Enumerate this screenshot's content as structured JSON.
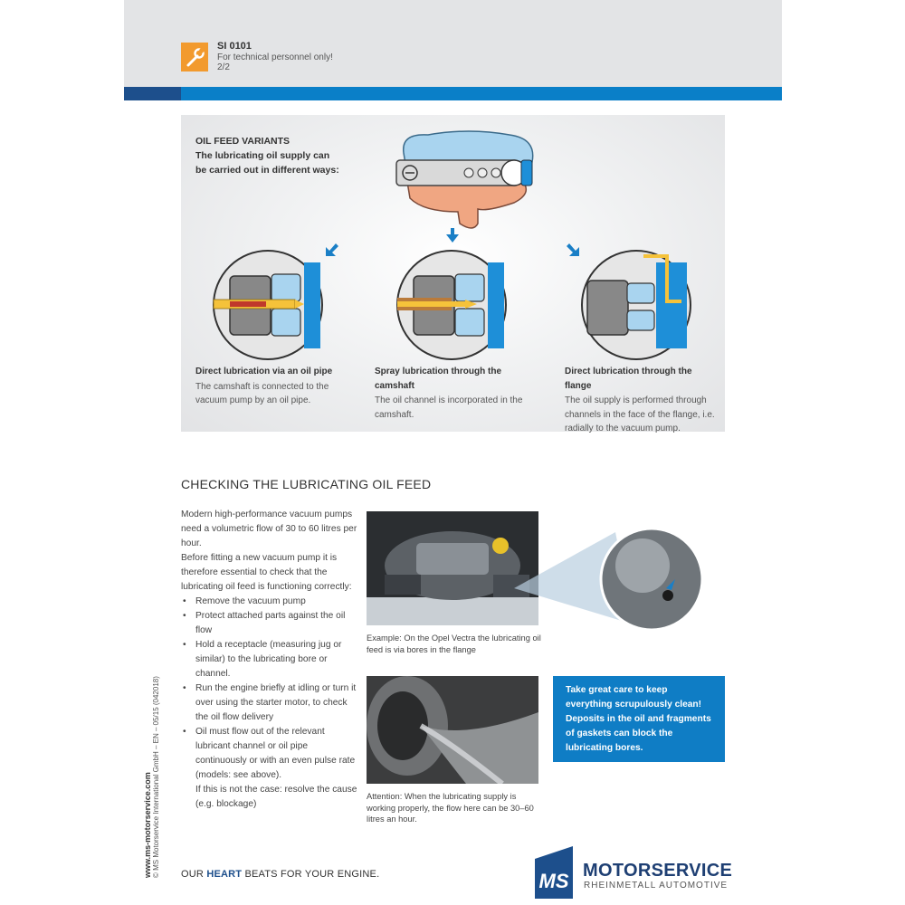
{
  "header": {
    "code": "SI 0101",
    "subtitle": "For technical personnel only!",
    "page": "2/2"
  },
  "variants": {
    "title": "OIL FEED VARIANTS",
    "intro": "The lubricating oil supply can be carried out in different ways:",
    "items": [
      {
        "heading": "Direct lubrication via an oil pipe",
        "text": "The camshaft is connected to the vacuum pump by an oil pipe."
      },
      {
        "heading": "Spray lubrication through the camshaft",
        "text": "The oil channel is incorporated in the camshaft."
      },
      {
        "heading": "Direct lubrication through the flange",
        "text": "The oil supply is performed through channels in the face of the flange, i.e. radially to the vacuum pump."
      }
    ]
  },
  "check": {
    "title": "CHECKING THE LUBRICATING OIL FEED",
    "para1": "Modern high-performance vacuum pumps need a volumetric flow of 30 to 60 litres per hour.",
    "para2": "Before fitting a new vacuum pump it is therefore essential to check that the lubricating oil feed is functioning correctly:",
    "bullets": [
      "Remove the vacuum pump",
      "Protect attached parts against the oil flow",
      "Hold a receptacle (measuring jug or similar) to the lubricating bore or channel.",
      "Run the engine briefly at idling or turn it over using the starter motor, to check the oil flow delivery",
      "Oil must flow out of the relevant lubricant channel or oil pipe continuously or with an even pulse rate (models: see above)."
    ],
    "after": "If this is not the case: resolve the cause (e.g. blockage)"
  },
  "photos": {
    "caption1": "Example: On the Opel Vectra the lubricating oil feed is via bores in the flange",
    "caption2": "Attention: When the lubricating supply is working properly, the flow here can be 30–60 litres an hour."
  },
  "note": {
    "text1": "Take great care to keep everything scrupulously clean!",
    "text2": "Deposits in the oil and fragments of gaskets can block the lubricating bores."
  },
  "footer": {
    "url": "www.ms-motorservice.com",
    "legal": "© MS Motorservice International GmbH – EN – 05/15 (042018)",
    "slogan_pre": "OUR",
    "slogan_bold": "HEART",
    "slogan_post": "BEATS FOR YOUR ENGINE.",
    "logo_mark": "MS",
    "logo_name": "MOTORSERVICE",
    "logo_sub": "RHEINMETALL AUTOMOTIVE"
  },
  "colors": {
    "accent_blue": "#0f7dc5",
    "dark_blue": "#1d4f8c",
    "orange": "#f29a2e"
  }
}
